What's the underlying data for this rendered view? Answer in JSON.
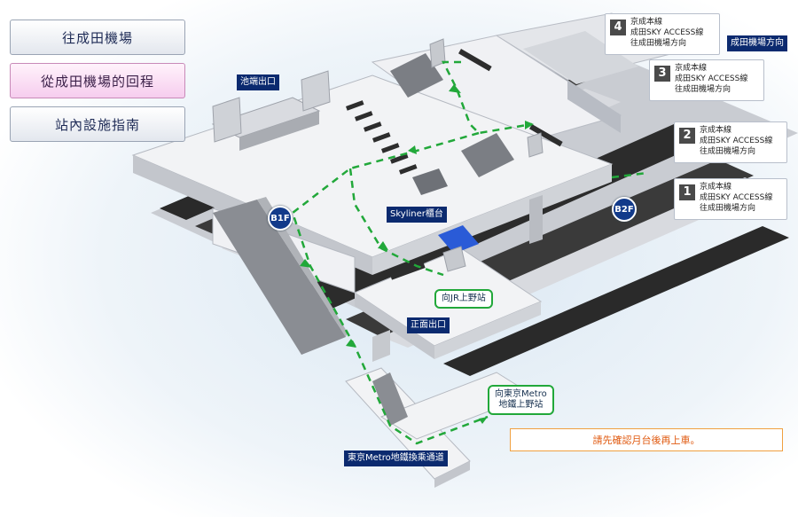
{
  "nav": [
    {
      "label": "往成田機場",
      "active": false
    },
    {
      "label": "從成田機場的回程",
      "active": true
    },
    {
      "label": "站內設施指南",
      "active": false
    }
  ],
  "labels": {
    "ikehata_exit": "池端出口",
    "skyliner_counter": "Skyliner櫃台",
    "main_exit": "正面出口",
    "metro_passage": "東京Metro地鐵換乘通道",
    "airport_direction": "成田機場方向"
  },
  "floors": {
    "b1": "B1F",
    "b2": "B2F"
  },
  "callouts": {
    "jr": "向JR上野站",
    "metro_line1": "向東京Metro",
    "metro_line2": "地鐵上野站"
  },
  "tracks": [
    {
      "num": "4",
      "line1": "京成本線",
      "line2": "成田SKY ACCESS線",
      "line3": "往成田機場方向"
    },
    {
      "num": "3",
      "line1": "京成本線",
      "line2": "成田SKY ACCESS線",
      "line3": "往成田機場方向"
    },
    {
      "num": "2",
      "line1": "京成本線",
      "line2": "成田SKY ACCESS線",
      "line3": "往成田機場方向"
    },
    {
      "num": "1",
      "line1": "京成本線",
      "line2": "成田SKY ACCESS線",
      "line3": "往成田機場方向"
    }
  ],
  "notice": "請先確認月台後再上車。",
  "colors": {
    "route": "#22a83a",
    "label_bg": "#0b2a6f",
    "skyliner": "#2a5bd7",
    "notice": "#e05a10"
  }
}
